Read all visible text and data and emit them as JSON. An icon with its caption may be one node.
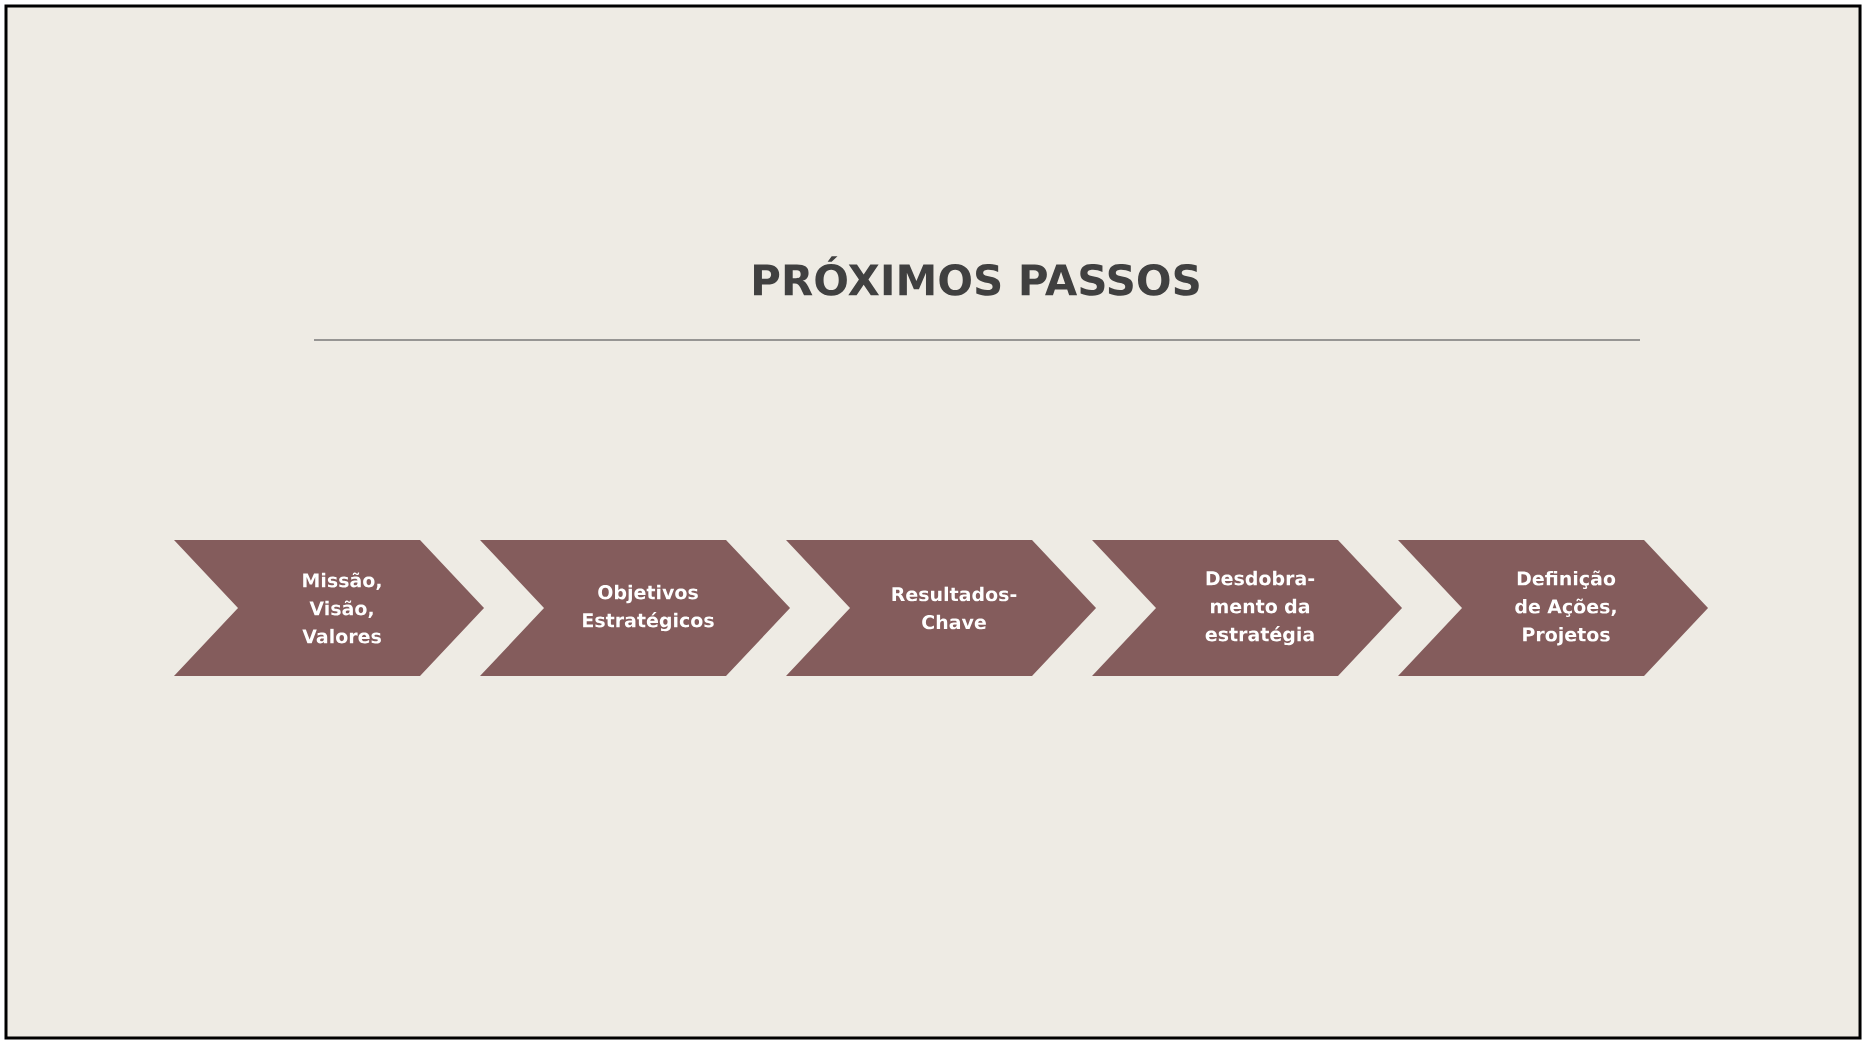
{
  "diagram": {
    "title": "PRÓXIMOS PASSOS",
    "nodes": [
      {
        "text": [
          "Missão, Visão, Valores"
        ]
      },
      {
        "text": [
          "Objetivos Estratégicos"
        ]
      },
      {
        "text": [
          "Resultados-Chave"
        ]
      },
      {
        "text": [
          "Desdobra-mento da estratégia"
        ]
      },
      {
        "text": [
          "Definição de Ações, Projetos"
        ]
      }
    ]
  }
}
